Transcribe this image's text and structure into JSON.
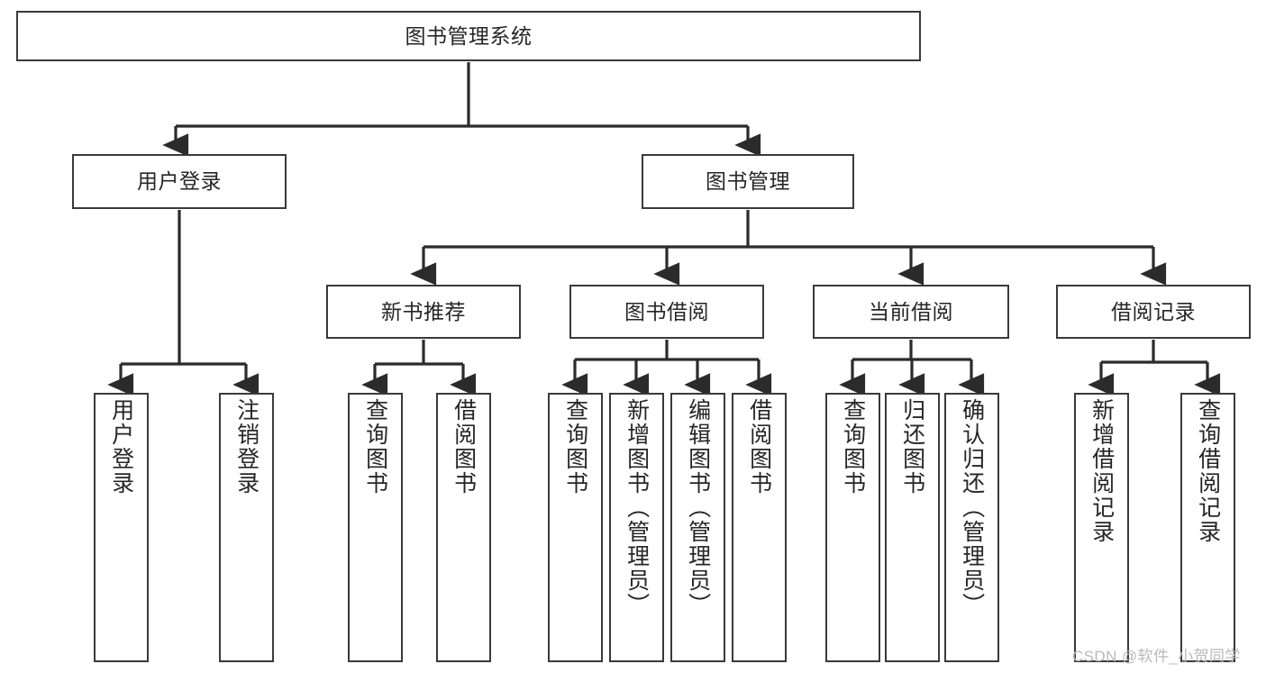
{
  "diagram": {
    "title": "图书管理系统",
    "type": "tree-hierarchy-diagram",
    "colors": {
      "box_border": "#3a3a3a",
      "box_fill": "#ffffff",
      "connector": "#2b2b2b",
      "text": "#262626",
      "watermark": "#b9b9b9",
      "background": "#ffffff"
    },
    "root": {
      "label": "图书管理系统"
    },
    "level1": [
      {
        "label": "用户登录"
      },
      {
        "label": "图书管理"
      }
    ],
    "level2": [
      {
        "label": "新书推荐"
      },
      {
        "label": "图书借阅"
      },
      {
        "label": "当前借阅"
      },
      {
        "label": "借阅记录"
      }
    ],
    "leaves": {
      "user_login": [
        {
          "label": "用户登录"
        },
        {
          "label": "注销登录"
        }
      ],
      "new_book_recommend": [
        {
          "label": "查询图书"
        },
        {
          "label": "借阅图书"
        }
      ],
      "book_borrow": [
        {
          "label": "查询图书"
        },
        {
          "label": "新增图书（管理员）"
        },
        {
          "label": "编辑图书（管理员）"
        },
        {
          "label": "借阅图书"
        }
      ],
      "current_borrow": [
        {
          "label": "查询图书"
        },
        {
          "label": "归还图书"
        },
        {
          "label": "确认归还（管理员）"
        }
      ],
      "borrow_record": [
        {
          "label": "新增借阅记录"
        },
        {
          "label": "查询借阅记录"
        }
      ]
    },
    "watermark": "CSDN @软件_小贺同学"
  }
}
